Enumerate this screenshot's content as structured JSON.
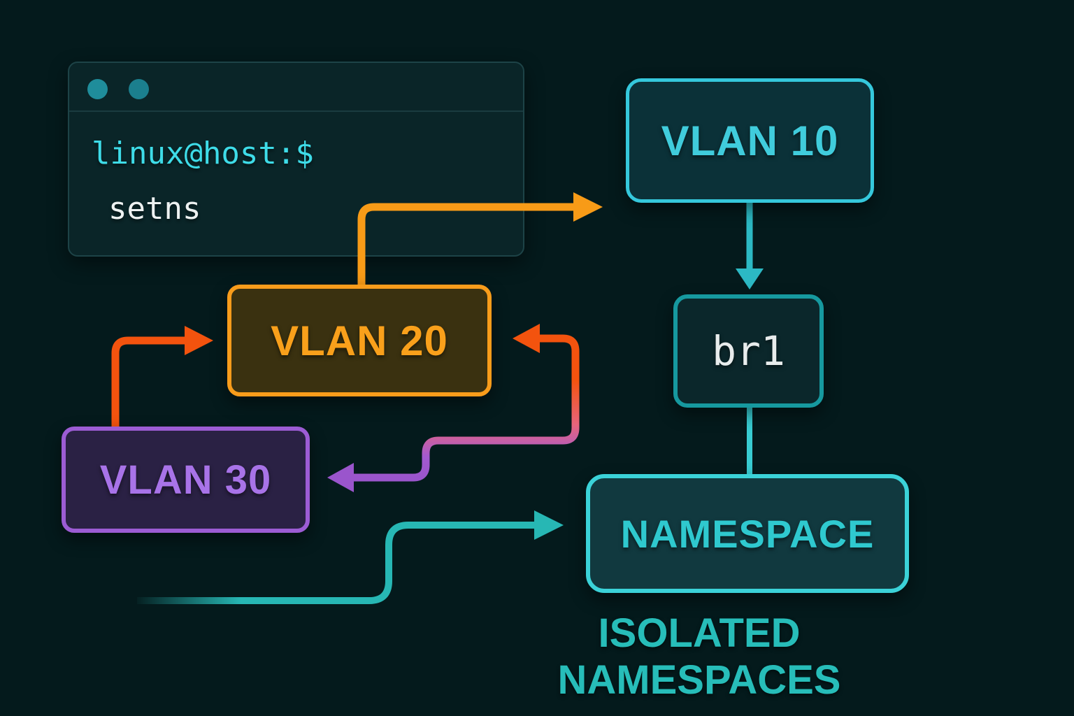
{
  "background_color": "#041a1c",
  "terminal": {
    "prompt": "linux@host:$",
    "command": "setns",
    "prompt_color": "#3edce8",
    "command_color": "#edf1f1",
    "dot_colors": [
      "#1f8d9b",
      "#1b7f8e"
    ],
    "window_background": "#0a2528",
    "window_border": "#1d4347"
  },
  "nodes": {
    "vlan10": {
      "label": "VLAN 10",
      "border_color": "#35c8dc",
      "fill_color": "#0b3138",
      "text_color": "#40ccdc"
    },
    "vlan20": {
      "label": "VLAN 20",
      "border_color": "#f89c1b",
      "fill_color": "#3a3110",
      "text_color": "#f9a01b"
    },
    "vlan30": {
      "label": "VLAN 30",
      "border_color": "#9c5cd4",
      "fill_color": "#2a2144",
      "text_color": "#a873e8"
    },
    "br1": {
      "label": "br1",
      "border_color": "#16999f",
      "fill_color": "#0b272b",
      "text_color": "#e8ecec"
    },
    "namespace": {
      "label": "NAMESPACE",
      "border_color": "#3bd2d8",
      "fill_color": "#11393f",
      "text_color": "#2fc9cf"
    }
  },
  "caption": {
    "text": "ISOLATED NAMESPACES",
    "color": "#27bdb9"
  },
  "arrows": {
    "vlan20_to_vlan10": {
      "color": "#f89b17"
    },
    "vlan30_to_vlan20": {
      "color": "#f3530e"
    },
    "vlan20_to_vlan30_gradient": {
      "start_color": "#f3530e",
      "mid_color": "#e8647c",
      "end_color": "#9a55cc"
    },
    "vlan10_to_br1": {
      "color": "#2cb9c4"
    },
    "br1_to_namespace": {
      "color": "#38ccd2"
    },
    "to_namespace": {
      "color": "#27b7b4"
    }
  }
}
